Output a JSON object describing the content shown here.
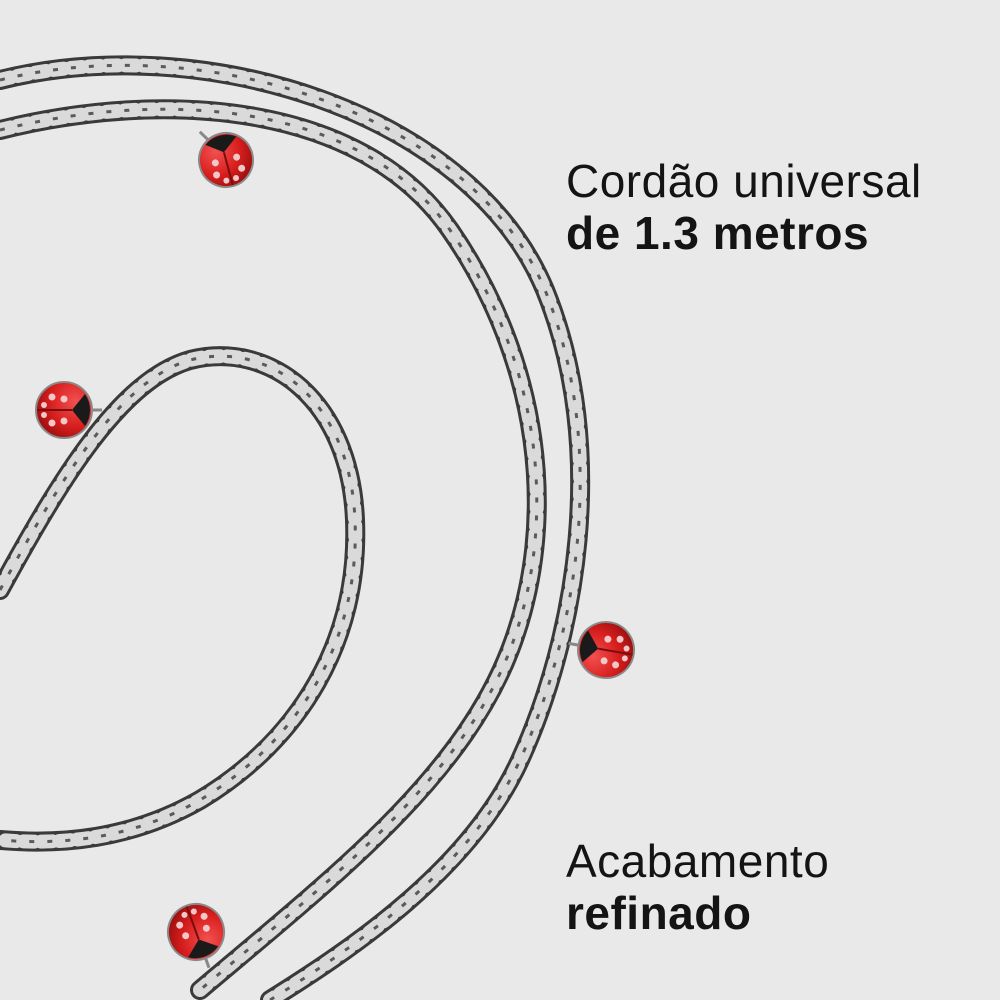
{
  "captions": {
    "top": {
      "line1": "Cordão universal",
      "line2": "de 1.3 metros"
    },
    "bottom": {
      "line1": "Acabamento",
      "line2": "refinado"
    }
  },
  "colors": {
    "background": "#e9e9e9",
    "chain_light": "#d9d9d9",
    "chain_dark": "#3a3a3a",
    "ladybug_red": "#d81e1e",
    "ladybug_black": "#1a1a1a"
  },
  "icons": [
    "ladybug-charm-icon"
  ]
}
